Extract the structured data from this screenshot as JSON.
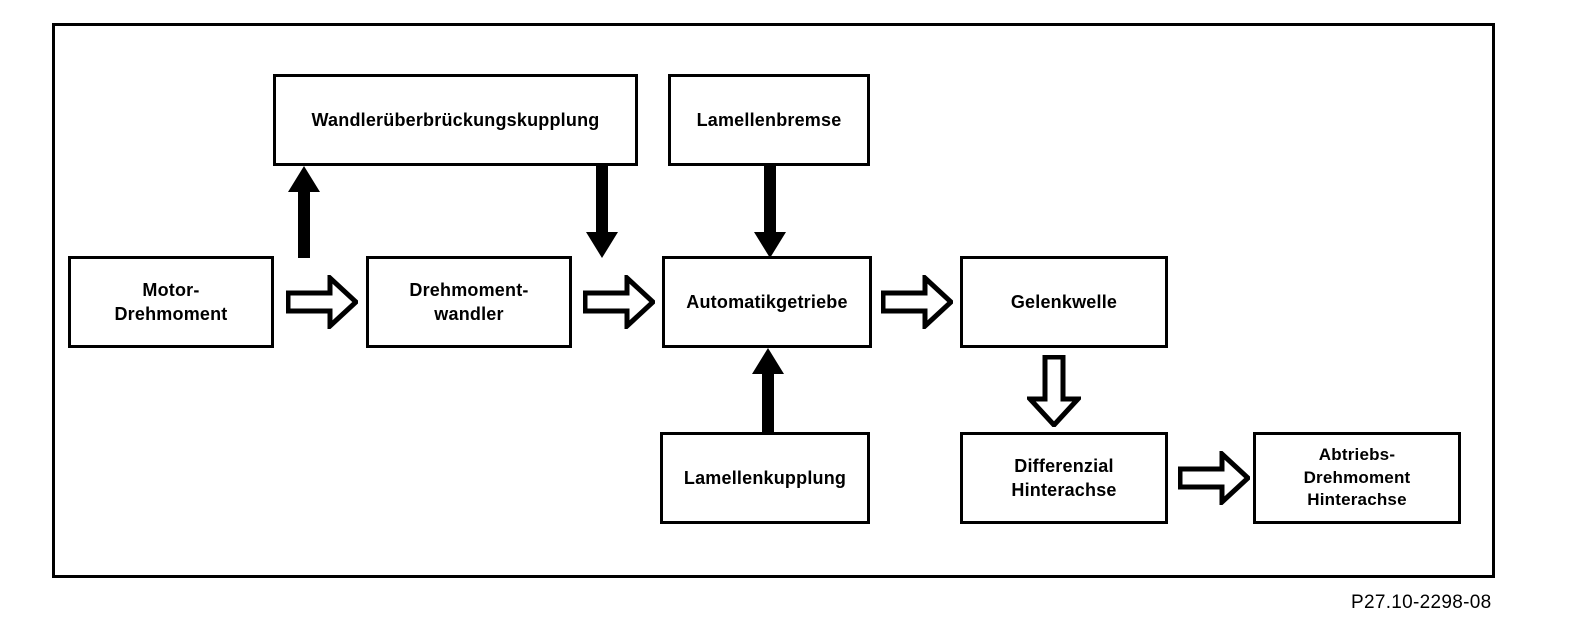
{
  "diagram": {
    "caption": "P27.10-2298-08",
    "frame_color": "#000000",
    "box_border_color": "#000000",
    "background": "#ffffff",
    "boxes": [
      {
        "id": "wandlerueberbrueckungskupplung",
        "label": "Wandlerüberbrückungskupplung"
      },
      {
        "id": "lamellenbremse",
        "label": "Lamellenbremse"
      },
      {
        "id": "motor-drehmoment",
        "label": "Motor-\nDrehmoment"
      },
      {
        "id": "drehmomentwandler",
        "label": "Drehmoment-\nwandler"
      },
      {
        "id": "automatikgetriebe",
        "label": "Automatikgetriebe"
      },
      {
        "id": "gelenkwelle",
        "label": "Gelenkwelle"
      },
      {
        "id": "lamellenkupplung",
        "label": "Lamellenkupplung"
      },
      {
        "id": "differenzial-hinterachse",
        "label": "Differenzial\nHinterachse"
      },
      {
        "id": "abtriebs-drehmoment-hinterachse",
        "label": "Abtriebs-\nDrehmoment\nHinterachse"
      }
    ],
    "connectors": [
      {
        "id": "motor-to-wandler",
        "style": "hollow",
        "direction": "right",
        "from": "motor-drehmoment",
        "to": "drehmomentwandler"
      },
      {
        "id": "wandler-to-getriebe",
        "style": "hollow",
        "direction": "right",
        "from": "drehmomentwandler",
        "to": "automatikgetriebe"
      },
      {
        "id": "getriebe-to-gelenkwelle",
        "style": "hollow",
        "direction": "right",
        "from": "automatikgetriebe",
        "to": "gelenkwelle"
      },
      {
        "id": "gelenkwelle-to-differenzial",
        "style": "hollow",
        "direction": "down",
        "from": "gelenkwelle",
        "to": "differenzial-hinterachse"
      },
      {
        "id": "differenzial-to-abtrieb",
        "style": "hollow",
        "direction": "right",
        "from": "differenzial-hinterachse",
        "to": "abtriebs-drehmoment-hinterachse"
      },
      {
        "id": "wandler-to-wuek",
        "style": "solid",
        "direction": "up",
        "from": "drehmomentwandler",
        "to": "wandlerueberbrueckungskupplung"
      },
      {
        "id": "wuek-to-wandler",
        "style": "solid",
        "direction": "down",
        "from": "wandlerueberbrueckungskupplung",
        "to": "drehmomentwandler"
      },
      {
        "id": "lamellenbremse-to-getriebe",
        "style": "solid",
        "direction": "down",
        "from": "lamellenbremse",
        "to": "automatikgetriebe"
      },
      {
        "id": "lamellenkupplung-to-getriebe",
        "style": "solid",
        "direction": "up",
        "from": "lamellenkupplung",
        "to": "automatikgetriebe"
      }
    ]
  }
}
